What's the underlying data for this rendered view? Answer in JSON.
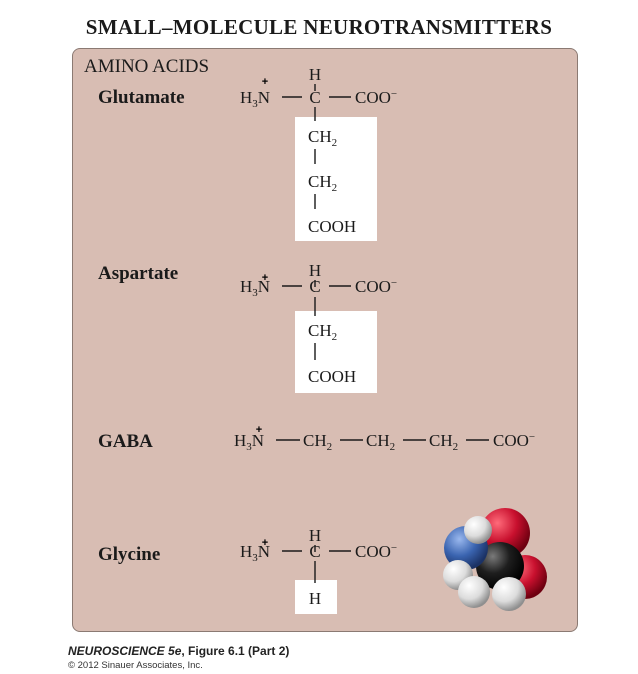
{
  "title": "SMALL–MOLECULE NEUROTRANSMITTERS",
  "section_label": "AMINO ACIDS",
  "molecules": {
    "glutamate": {
      "name": "Glutamate"
    },
    "aspartate": {
      "name": "Aspartate"
    },
    "gaba": {
      "name": "GABA"
    },
    "glycine": {
      "name": "Glycine"
    }
  },
  "colors": {
    "panel_background": "#d8bdb3",
    "side_chain_box": "#ffffff",
    "oxygen_atom": "#c8102e",
    "nitrogen_atom": "#3a64b0",
    "carbon_atom": "#1a1a1a",
    "hydrogen_atom": "#e6e6e6"
  },
  "caption": {
    "book": "NEUROSCIENCE 5e",
    "figure": ", Figure 6.1 (Part 2)",
    "copyright": "© 2012 Sinauer Associates, Inc."
  }
}
